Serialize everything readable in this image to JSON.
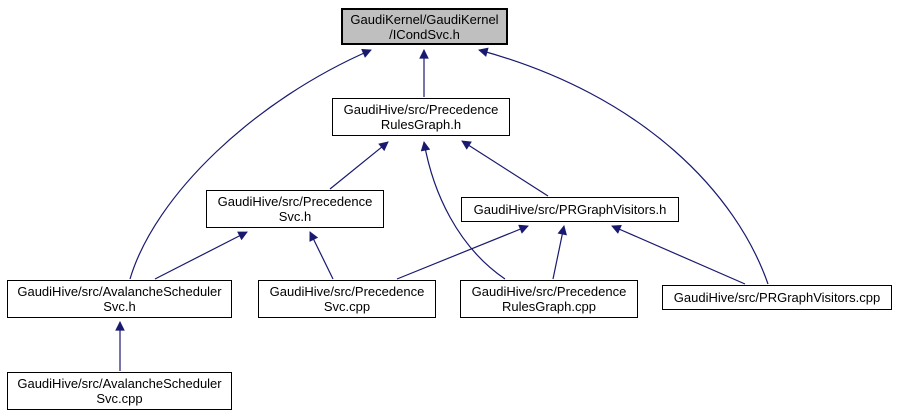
{
  "diagram": {
    "type": "include-dependency-graph",
    "edge_color": "#191970",
    "current_node_fill": "#bfbfbf",
    "node_fill": "#ffffff",
    "node_border_color": "#000000",
    "nodes": {
      "icondsvc_h": {
        "label": "GaudiKernel/GaudiKernel\n/ICondSvc.h",
        "current": true
      },
      "precedencerulesgraph_h": {
        "label": "GaudiHive/src/Precedence\nRulesGraph.h",
        "current": false
      },
      "precedencesvc_h": {
        "label": "GaudiHive/src/Precedence\nSvc.h",
        "current": false
      },
      "prgraphvisitors_h": {
        "label": "GaudiHive/src/PRGraphVisitors.h",
        "current": false
      },
      "avalancheschedulersvc_h": {
        "label": "GaudiHive/src/AvalancheScheduler\nSvc.h",
        "current": false
      },
      "precedencesvc_cpp": {
        "label": "GaudiHive/src/Precedence\nSvc.cpp",
        "current": false
      },
      "precedencerulesgraph_cpp": {
        "label": "GaudiHive/src/Precedence\nRulesGraph.cpp",
        "current": false
      },
      "prgraphvisitors_cpp": {
        "label": "GaudiHive/src/PRGraphVisitors.cpp",
        "current": false
      },
      "avalancheschedulersvc_cpp": {
        "label": "GaudiHive/src/AvalancheScheduler\nSvc.cpp",
        "current": false
      }
    },
    "edges": [
      {
        "from": "precedencerulesgraph_h",
        "to": "icondsvc_h"
      },
      {
        "from": "avalancheschedulersvc_h",
        "to": "icondsvc_h"
      },
      {
        "from": "prgraphvisitors_cpp",
        "to": "icondsvc_h"
      },
      {
        "from": "precedencesvc_h",
        "to": "precedencerulesgraph_h"
      },
      {
        "from": "precedencerulesgraph_cpp",
        "to": "precedencerulesgraph_h"
      },
      {
        "from": "prgraphvisitors_h",
        "to": "precedencerulesgraph_h"
      },
      {
        "from": "avalancheschedulersvc_h",
        "to": "precedencesvc_h"
      },
      {
        "from": "precedencesvc_cpp",
        "to": "precedencesvc_h"
      },
      {
        "from": "precedencesvc_cpp",
        "to": "prgraphvisitors_h"
      },
      {
        "from": "precedencerulesgraph_cpp",
        "to": "prgraphvisitors_h"
      },
      {
        "from": "prgraphvisitors_cpp",
        "to": "prgraphvisitors_h"
      },
      {
        "from": "avalancheschedulersvc_cpp",
        "to": "avalancheschedulersvc_h"
      }
    ]
  }
}
